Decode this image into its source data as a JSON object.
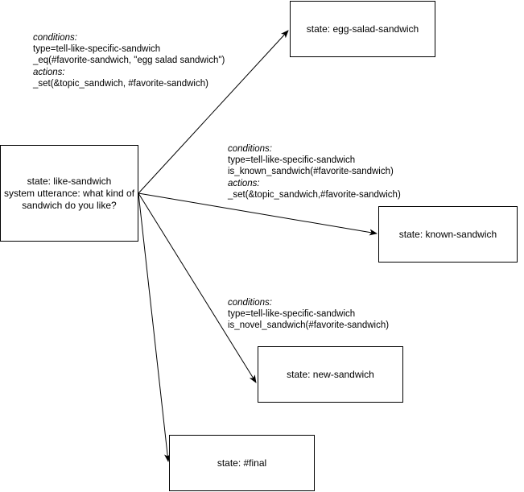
{
  "nodes": {
    "like_sandwich": {
      "lines": [
        "state: like-sandwich",
        "system utterance: what kind of",
        "sandwich do you like?"
      ]
    },
    "egg_salad": {
      "label": "state: egg-salad-sandwich"
    },
    "known": {
      "label": "state: known-sandwich"
    },
    "new": {
      "label": "state: new-sandwich"
    },
    "final": {
      "label": "state: #final"
    }
  },
  "edges": {
    "to_egg_salad": {
      "conditions_heading": "conditions:",
      "conditions": [
        "type=tell-like-specific-sandwich",
        "_eq(#favorite-sandwich, \"egg salad sandwich\")"
      ],
      "actions_heading": "actions:",
      "actions": [
        "_set(&topic_sandwich, #favorite-sandwich)"
      ]
    },
    "to_known": {
      "conditions_heading": "conditions:",
      "conditions": [
        "type=tell-like-specific-sandwich",
        "is_known_sandwich(#favorite-sandwich)"
      ],
      "actions_heading": "actions:",
      "actions": [
        "_set(&topic_sandwich,#favorite-sandwich)"
      ]
    },
    "to_new": {
      "conditions_heading": "conditions:",
      "conditions": [
        "type=tell-like-specific-sandwich",
        "is_novel_sandwich(#favorite-sandwich)"
      ]
    },
    "to_final": {}
  },
  "colors": {
    "stroke": "#000000",
    "background": "#ffffff"
  }
}
